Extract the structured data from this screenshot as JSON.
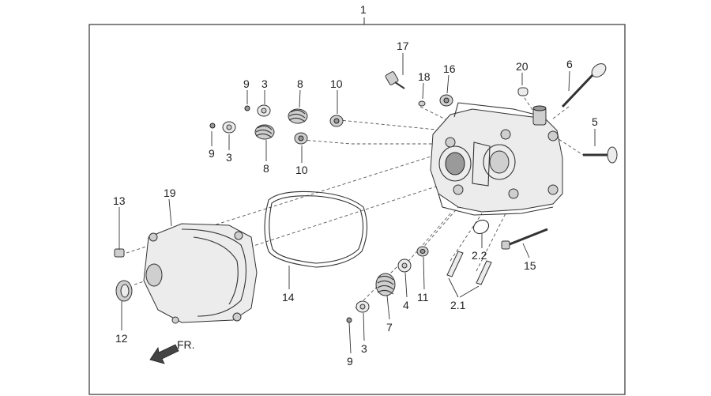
{
  "diagram": {
    "labels": {
      "main": "1",
      "p17": "17",
      "p18": "18",
      "p16": "16",
      "p20": "20",
      "p6": "6",
      "p5": "5",
      "p9a": "9",
      "p3a": "3",
      "p8a": "8",
      "p10a": "10",
      "p9b": "9",
      "p3b": "3",
      "p8b": "8",
      "p10b": "10",
      "p13": "13",
      "p19": "19",
      "p14": "14",
      "p12": "12",
      "p2_2": "2.2",
      "p15": "15",
      "p2_1": "2.1",
      "p11": "11",
      "p4": "4",
      "p7": "7",
      "p3c": "3",
      "p9c": "9"
    },
    "direction": "FR."
  }
}
